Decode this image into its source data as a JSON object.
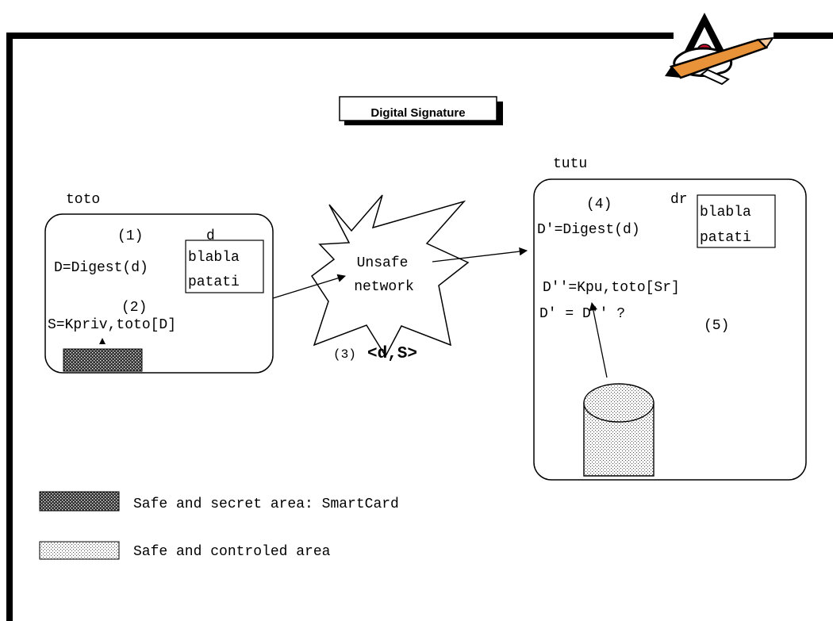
{
  "title": "Digital Signature",
  "sender": {
    "name": "toto",
    "step1": "(1)",
    "doc_label": "d",
    "digest": "D=Digest(d)",
    "doc_lines": [
      "blabla",
      "patati"
    ],
    "step2": "(2)",
    "sign": "S=Kpriv,toto[D]"
  },
  "network": {
    "line1": "Unsafe",
    "line2": "network",
    "step3": "(3)",
    "message": "<d,S>"
  },
  "receiver": {
    "name": "tutu",
    "step4": "(4)",
    "doc_label": "dr",
    "digest": "D'=Digest(d)",
    "doc_lines": [
      "blabla",
      "patati"
    ],
    "verify": "D''=Kpu,toto[Sr]",
    "compare": "D' = D'' ?",
    "step5": "(5)"
  },
  "legend": {
    "secret_area": "Safe and secret area: SmartCard",
    "controlled_area": "Safe and controled area"
  },
  "colors": {
    "ink": "#000000",
    "background": "#ffffff",
    "mascot_red": "#c8102e",
    "pencil_orange": "#e8933a",
    "pencil_tip": "#f4c89a"
  },
  "icons": {
    "mascot": "duke-pencil-icon"
  }
}
